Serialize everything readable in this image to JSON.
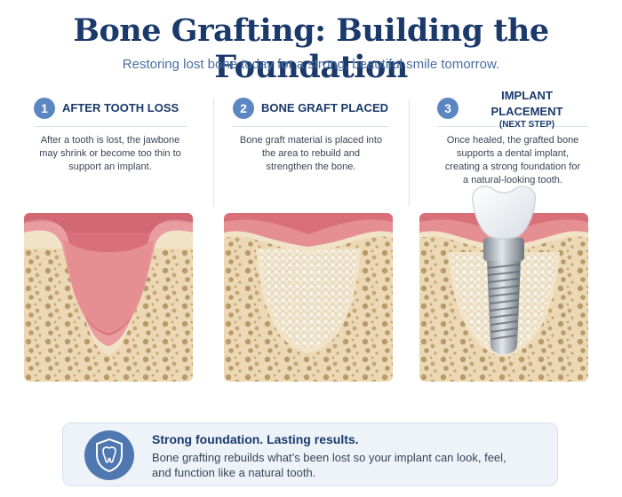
{
  "header": {
    "title": "Bone Grafting: Building the Foundation",
    "subtitle": "Restoring lost bone today for a strong, beautiful smile tomorrow."
  },
  "steps": [
    {
      "number": "1",
      "title": "AFTER TOOTH LOSS",
      "subtitle": "",
      "description": "After a tooth is lost, the jawbone may shrink or become too thin to support an implant."
    },
    {
      "number": "2",
      "title": "BONE GRAFT PLACED",
      "subtitle": "",
      "description": "Bone graft material is placed into the area to rebuild and strengthen the bone."
    },
    {
      "number": "3",
      "title": "IMPLANT PLACEMENT",
      "subtitle": "(NEXT STEP)",
      "description": "Once healed, the grafted bone supports a dental implant, creating a strong foundation for a natural-looking tooth."
    }
  ],
  "footer": {
    "icon": "shield-tooth-icon",
    "heading": "Strong foundation. Lasting results.",
    "text": "Bone grafting rebuilds what’s been lost so your implant can look, feel, and function like a natural tooth."
  },
  "colors": {
    "title": "#1b3a6b",
    "accent": "#5b86c2",
    "gum": "#e58f92",
    "bone": "#ecd8b4",
    "graft": "#f3ead8",
    "implant": "#a9b0b8"
  }
}
